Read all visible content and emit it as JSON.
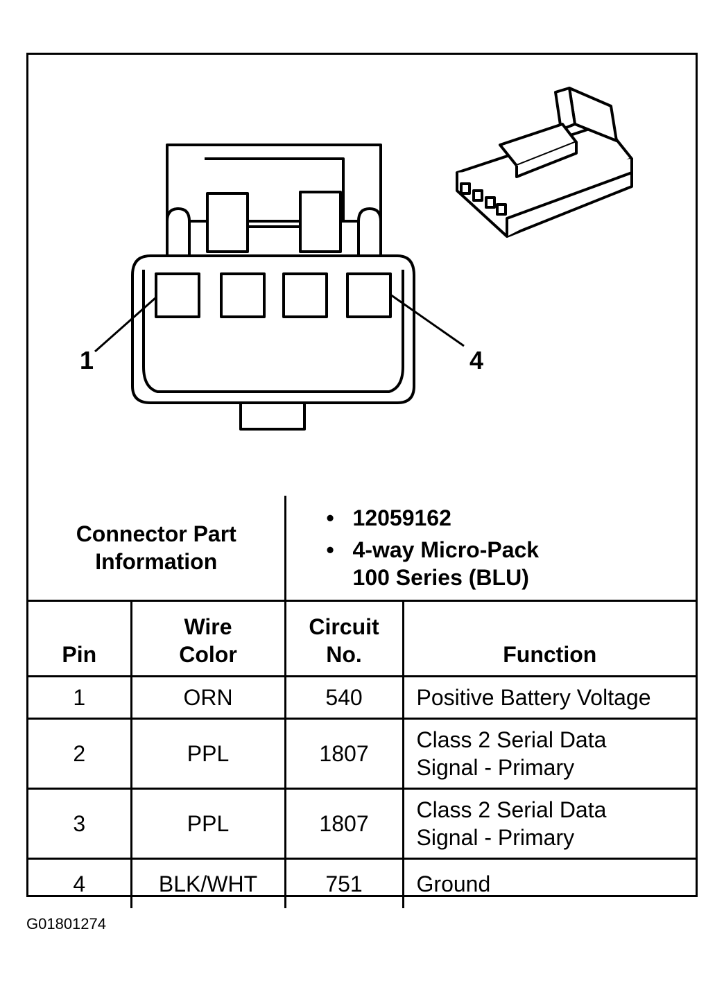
{
  "pin_callouts": {
    "first": "1",
    "last": "4"
  },
  "part_info": {
    "label": "Connector Part Information",
    "values": [
      "12059162",
      "4-way Micro-Pack",
      "100 Series (BLU)"
    ]
  },
  "table": {
    "headers": {
      "pin": "Pin",
      "wire_color": "Wire Color",
      "circuit": "Circuit No.",
      "function": "Function"
    },
    "rows": [
      {
        "pin": "1",
        "wire_color": "ORN",
        "circuit": "540",
        "function": "Positive Battery Voltage"
      },
      {
        "pin": "2",
        "wire_color": "PPL",
        "circuit": "1807",
        "function": "Class 2 Serial Data Signal - Primary"
      },
      {
        "pin": "3",
        "wire_color": "PPL",
        "circuit": "1807",
        "function": "Class 2 Serial Data Signal - Primary"
      },
      {
        "pin": "4",
        "wire_color": "BLK/WHT",
        "circuit": "751",
        "function": "Ground"
      }
    ]
  },
  "figure_id": "G01801274"
}
